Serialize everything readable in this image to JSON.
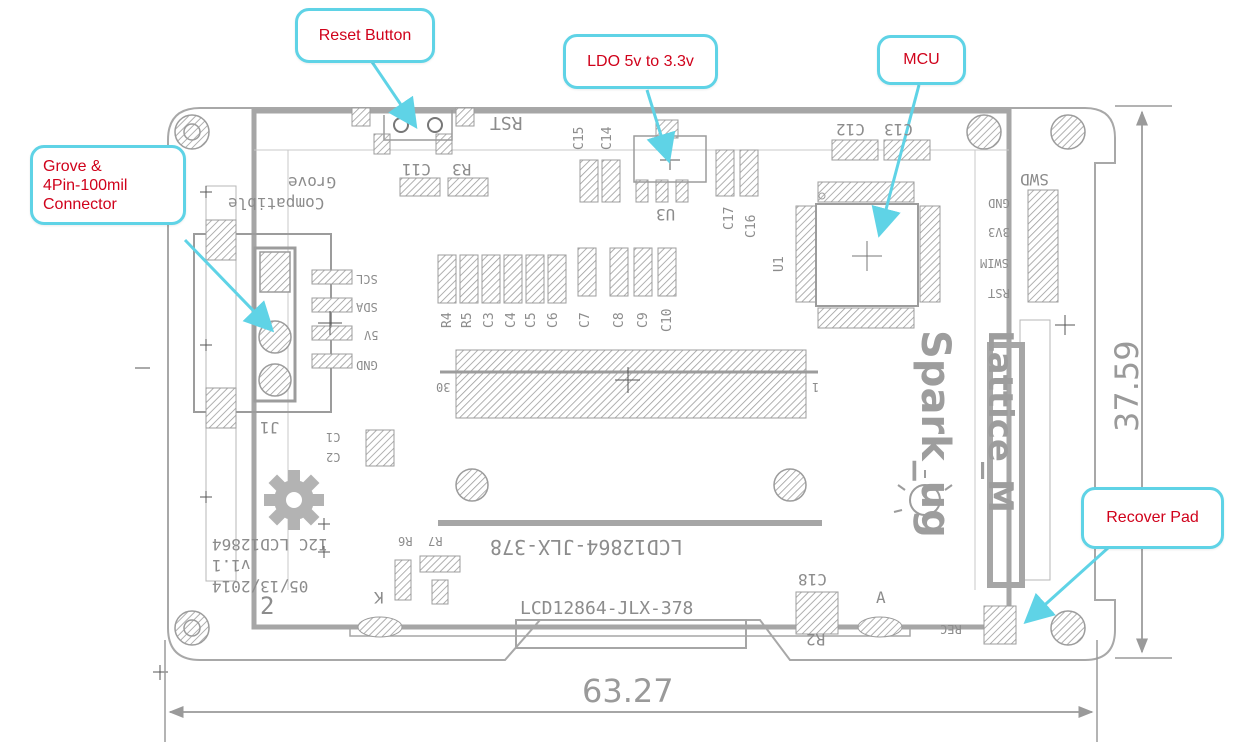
{
  "callouts": {
    "reset": "Reset Button",
    "ldo": "LDO 5v to 3.3v",
    "mcu": "MCU",
    "grove": "Grove &\n4Pin-100mil\nConnector",
    "recover": "Recover Pad"
  },
  "dimensions": {
    "width": "63.27",
    "height": "37.59"
  },
  "silkscreen": {
    "rst": "RST",
    "grove_line1": "Grove",
    "grove_line2": "Compatible",
    "c11": "C11",
    "r3": "R3",
    "c12": "C12",
    "c13": "C13",
    "c14": "C14",
    "c15": "C15",
    "c16": "C16",
    "c17": "C17",
    "u3": "U3",
    "u1": "U1",
    "swd": "SWD",
    "gnd_swd": "GND",
    "v33": "3V3",
    "swim": "SWIM",
    "rst_swd": "RST",
    "scl": "SCL",
    "sda": "SDA",
    "v5": "5V",
    "gnd": "GND",
    "j1": "J1",
    "c1": "C1",
    "c2": "C2",
    "r4": "R4",
    "r5": "R5",
    "c3": "C3",
    "c4": "C4",
    "c5": "C5",
    "c6": "C6",
    "c7": "C7",
    "c8": "C8",
    "c9": "C9",
    "c10": "C10",
    "pin30": "30",
    "pin1": "1",
    "lcd_mid": "LCD12864-JLX-378",
    "lcd_bottom": "LCD12864-JLX-378",
    "i2c_line1": "I2C LCD12864",
    "i2c_line2": "v1.1",
    "i2c_line3": "05/13/2014",
    "r6": "R6",
    "r7": "R7",
    "c18": "C18",
    "r2": "R2",
    "k": "K",
    "a": "A",
    "num2": "2",
    "rec": "REC",
    "brand1": "Spark_ug",
    "brand2": "Lattice_M"
  },
  "colors": {
    "callout_border": "#5fd3e6",
    "callout_text": "#d0021b",
    "outline": "#a6a6a6",
    "silk": "#8c8c8c"
  }
}
